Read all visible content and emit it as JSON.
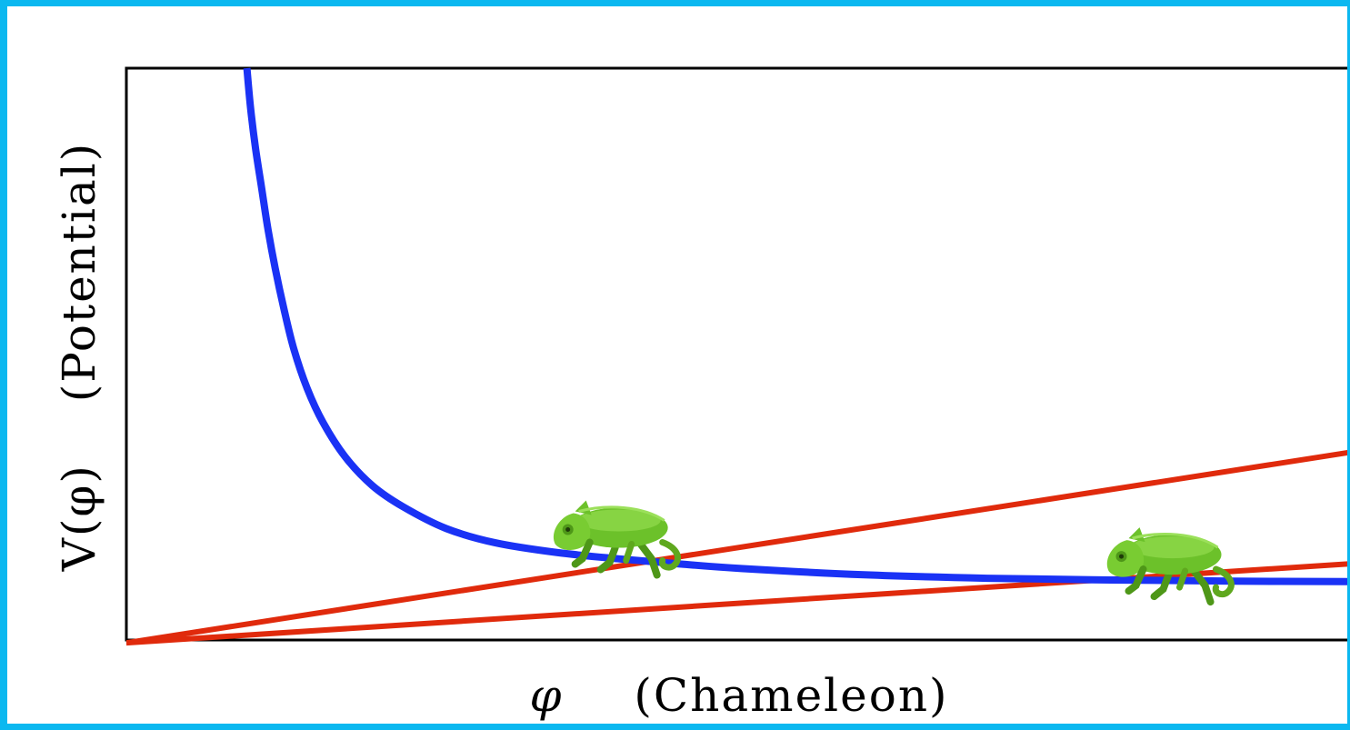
{
  "figure": {
    "xlabel": {
      "symbol": "φ",
      "text": "(Chameleon)"
    },
    "ylabel": {
      "symbol": "V(φ)",
      "text": "(Potential)"
    }
  },
  "chart_data": {
    "type": "line",
    "title": "",
    "xlabel": "φ   (Chameleon)",
    "ylabel": "V(φ)   (Potential)",
    "grid": false,
    "legend": "none",
    "ticks": "none",
    "xlim": [
      0,
      1
    ],
    "ylim": [
      0,
      1
    ],
    "series": [
      {
        "kind": "potential-curve",
        "color": "#1a32f5",
        "points": [
          [
            0.098,
            1.0
          ],
          [
            0.101,
            0.93
          ],
          [
            0.105,
            0.86
          ],
          [
            0.11,
            0.79
          ],
          [
            0.115,
            0.72
          ],
          [
            0.121,
            0.65
          ],
          [
            0.128,
            0.58
          ],
          [
            0.136,
            0.51
          ],
          [
            0.147,
            0.44
          ],
          [
            0.16,
            0.38
          ],
          [
            0.178,
            0.32
          ],
          [
            0.2,
            0.27
          ],
          [
            0.225,
            0.233
          ],
          [
            0.26,
            0.195
          ],
          [
            0.3,
            0.17
          ],
          [
            0.35,
            0.153
          ],
          [
            0.4,
            0.142
          ],
          [
            0.45,
            0.133
          ],
          [
            0.5,
            0.125
          ],
          [
            0.6,
            0.114
          ],
          [
            0.7,
            0.108
          ],
          [
            0.8,
            0.105
          ],
          [
            0.9,
            0.103
          ],
          [
            1.0,
            0.102
          ]
        ]
      },
      {
        "kind": "linear-coupling",
        "color": "#e02a0c",
        "points": [
          [
            0.0,
            -0.005
          ],
          [
            1.0,
            0.33
          ]
        ]
      },
      {
        "kind": "linear-coupling",
        "color": "#e02a0c",
        "points": [
          [
            0.0,
            -0.005
          ],
          [
            1.0,
            0.134
          ]
        ]
      }
    ],
    "markers": [
      {
        "icon": "chameleon-icon",
        "x": 0.39,
        "y": 0.155
      },
      {
        "icon": "chameleon-icon",
        "x": 0.84,
        "y": 0.108
      }
    ]
  }
}
